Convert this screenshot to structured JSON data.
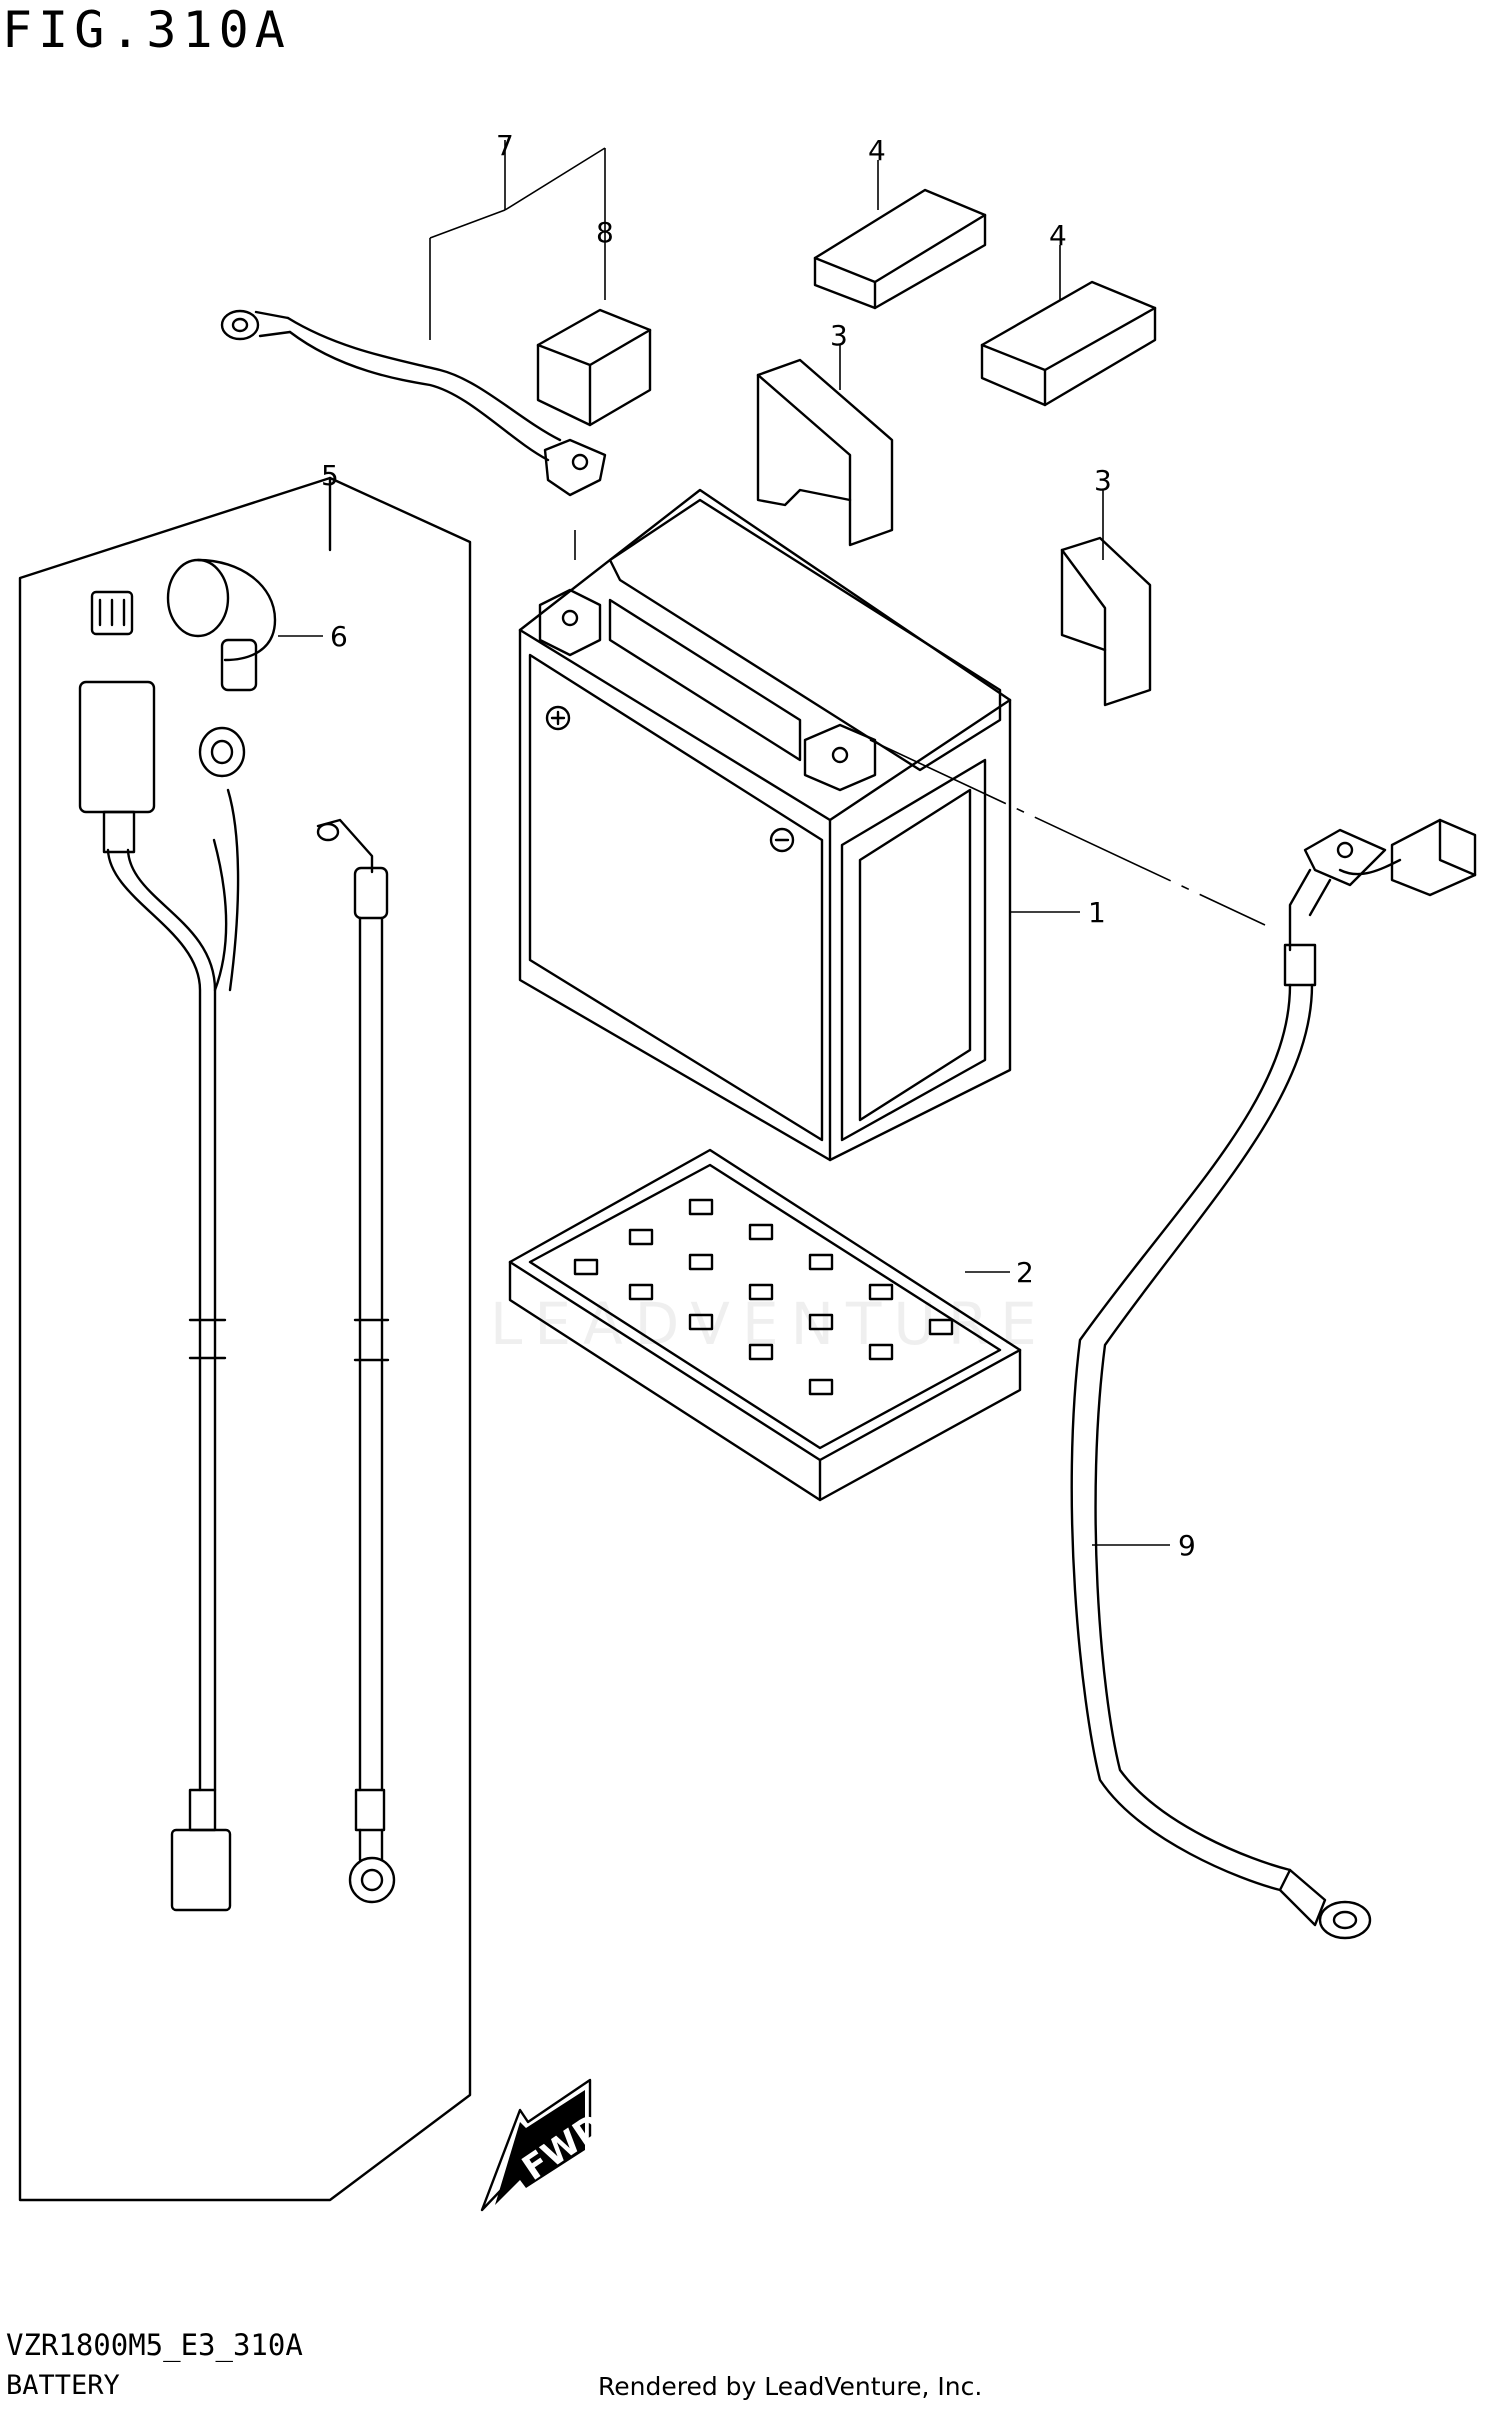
{
  "figure": {
    "title": "FIG.310A",
    "model_code": "VZR1800M5_E3_310A",
    "caption": "BATTERY",
    "credit": "Rendered by LeadVenture, Inc.",
    "watermark": "LEADVENTURE"
  },
  "callouts": [
    {
      "id": "1",
      "label": "1"
    },
    {
      "id": "2",
      "label": "2"
    },
    {
      "id": "3a",
      "label": "3"
    },
    {
      "id": "3b",
      "label": "3"
    },
    {
      "id": "4a",
      "label": "4"
    },
    {
      "id": "4b",
      "label": "4"
    },
    {
      "id": "5",
      "label": "5"
    },
    {
      "id": "6",
      "label": "6"
    },
    {
      "id": "7",
      "label": "7"
    },
    {
      "id": "8",
      "label": "8"
    },
    {
      "id": "9",
      "label": "9"
    }
  ],
  "direction_arrow": {
    "label": "FWD"
  },
  "icons": [
    "battery-icon",
    "battery-tray-icon",
    "pad-icon",
    "cable-icon",
    "harness-icon",
    "fwd-arrow-icon"
  ]
}
